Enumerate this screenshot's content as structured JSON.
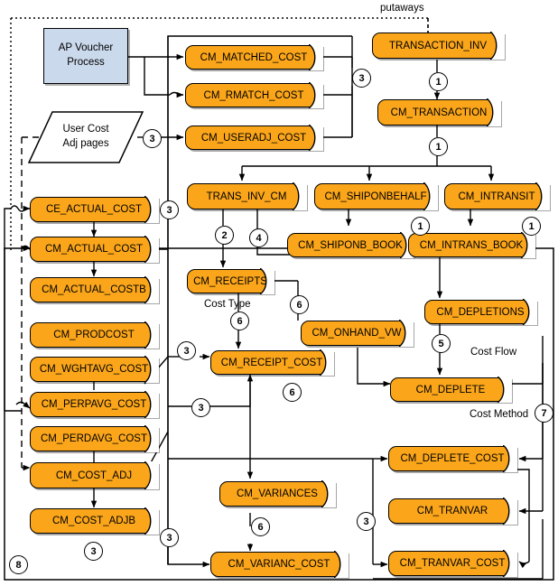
{
  "diagram": {
    "title": "Cost Management table flow diagram",
    "colors": {
      "table_fill": "#FBA61A",
      "process_fill": "#CBD9EC",
      "stroke": "#000000",
      "background": "#FFFFFF"
    },
    "process_nodes": [
      {
        "id": "ap-voucher-process",
        "label_line1": "AP Voucher",
        "label_line2": "Process"
      }
    ],
    "io_nodes": [
      {
        "id": "user-cost-adj-pages",
        "label_line1": "User Cost",
        "label_line2": "Adj pages"
      }
    ],
    "tables": [
      {
        "id": "cm-matched-cost",
        "label": "CM_MATCHED_COST"
      },
      {
        "id": "cm-rmatch-cost",
        "label": "CM_RMATCH_COST"
      },
      {
        "id": "cm-useradj-cost",
        "label": "CM_USERADJ_COST"
      },
      {
        "id": "transaction-inv",
        "label": "TRANSACTION_INV"
      },
      {
        "id": "cm-transaction",
        "label": "CM_TRANSACTION"
      },
      {
        "id": "trans-inv-cm",
        "label": "TRANS_INV_CM"
      },
      {
        "id": "cm-shiponbehalf",
        "label": "CM_SHIPONBEHALF"
      },
      {
        "id": "cm-intransit",
        "label": "CM_INTRANSIT"
      },
      {
        "id": "cm-shiponb-book",
        "label": "CM_SHIPONB_BOOK"
      },
      {
        "id": "cm-intrans-book",
        "label": "CM_INTRANS_BOOK"
      },
      {
        "id": "cm-receipts",
        "label": "CM_RECEIPTS"
      },
      {
        "id": "cm-depletions",
        "label": "CM_DEPLETIONS"
      },
      {
        "id": "cm-onhand-vw",
        "label": "CM_ONHAND_VW"
      },
      {
        "id": "cm-receipt-cost",
        "label": "CM_RECEIPT_COST"
      },
      {
        "id": "cm-deplete",
        "label": "CM_DEPLETE"
      },
      {
        "id": "ce-actual-cost",
        "label": "CE_ACTUAL_COST"
      },
      {
        "id": "cm-actual-cost",
        "label": "CM_ACTUAL_COST"
      },
      {
        "id": "cm-actual-costb",
        "label": "CM_ACTUAL_COSTB"
      },
      {
        "id": "cm-prodcost",
        "label": "CM_PRODCOST"
      },
      {
        "id": "cm-wghtavg-cost",
        "label": "CM_WGHTAVG_COST"
      },
      {
        "id": "cm-perpavg-cost",
        "label": "CM_PERPAVG_COST"
      },
      {
        "id": "cm-perdavg-cost",
        "label": "CM_PERDAVG_COST"
      },
      {
        "id": "cm-cost-adj",
        "label": "CM_COST_ADJ"
      },
      {
        "id": "cm-cost-adjb",
        "label": "CM_COST_ADJB"
      },
      {
        "id": "cm-variances",
        "label": "CM_VARIANCES"
      },
      {
        "id": "cm-varianc-cost",
        "label": "CM_VARIANC_COST"
      },
      {
        "id": "cm-deplete-cost",
        "label": "CM_DEPLETE_COST"
      },
      {
        "id": "cm-tranvar",
        "label": "CM_TRANVAR"
      },
      {
        "id": "cm-tranvar-cost",
        "label": "CM_TRANVAR_COST"
      }
    ],
    "edge_labels": [
      {
        "id": "putaways",
        "text": "putaways"
      },
      {
        "id": "cost-type",
        "text": "Cost Type"
      },
      {
        "id": "cost-flow",
        "text": "Cost Flow"
      },
      {
        "id": "cost-method",
        "text": "Cost Method"
      }
    ],
    "step_markers": [
      {
        "id": "m-useradj-3",
        "text": "3"
      },
      {
        "id": "m-matched-group-3",
        "text": "3"
      },
      {
        "id": "m-transaction-inv-1",
        "text": "1"
      },
      {
        "id": "m-transaction-1",
        "text": "1"
      },
      {
        "id": "m-shiponbehalf-1",
        "text": "1"
      },
      {
        "id": "m-intransit-1",
        "text": "1"
      },
      {
        "id": "m-transinv-2",
        "text": "2"
      },
      {
        "id": "m-transinv-4",
        "text": "4"
      },
      {
        "id": "m-ceactual-3",
        "text": "3"
      },
      {
        "id": "m-receipts-6",
        "text": "6"
      },
      {
        "id": "m-onhand-6",
        "text": "6"
      },
      {
        "id": "m-depletions-5",
        "text": "5"
      },
      {
        "id": "m-wghtavg-3",
        "text": "3"
      },
      {
        "id": "m-perpavg-3",
        "text": "3"
      },
      {
        "id": "m-receiptcost-6",
        "text": "6"
      },
      {
        "id": "m-deplete-7",
        "text": "7"
      },
      {
        "id": "m-variances-6",
        "text": "6"
      },
      {
        "id": "m-varianc-3",
        "text": "3"
      },
      {
        "id": "m-tranvar-3",
        "text": "3"
      },
      {
        "id": "m-bottom-3",
        "text": "3"
      },
      {
        "id": "m-boundary-8",
        "text": "8"
      }
    ]
  }
}
